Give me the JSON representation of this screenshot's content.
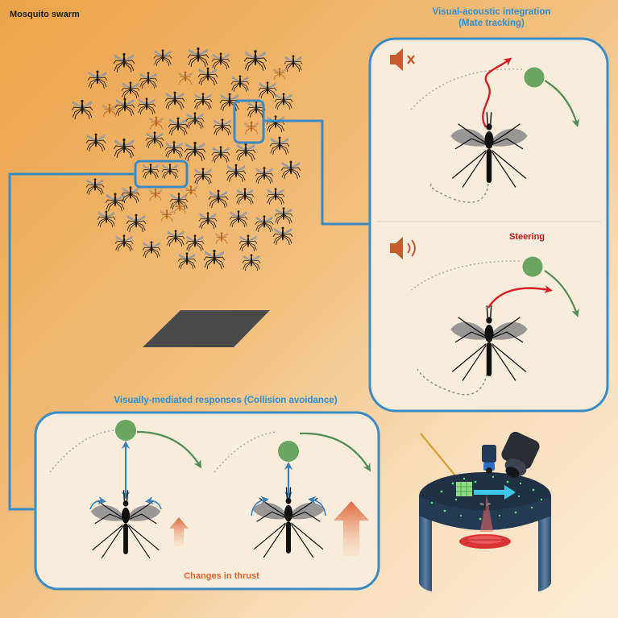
{
  "labels": {
    "swarm_title": "Mosquito swarm",
    "visual_acoustic_title": "Visual-acoustic integration",
    "visual_acoustic_subtitle": "(Mate tracking)",
    "steering": "Steering",
    "visually_mediated_title": "Visually-mediated responses (Collision avoidance)",
    "thrust": "Changes in thrust"
  },
  "icons": {
    "muted_speaker": "speaker-muted-icon",
    "sound_speaker": "speaker-sound-icon"
  },
  "colors": {
    "accent_blue": "#3a8ac4",
    "title_blue": "#2f8ed4",
    "steering_red": "#c0161b",
    "thrust_orange": "#e2642a",
    "target_green": "#6aa562",
    "panel_fill": "#f8ecdc",
    "platform": "#4a4a4a"
  }
}
